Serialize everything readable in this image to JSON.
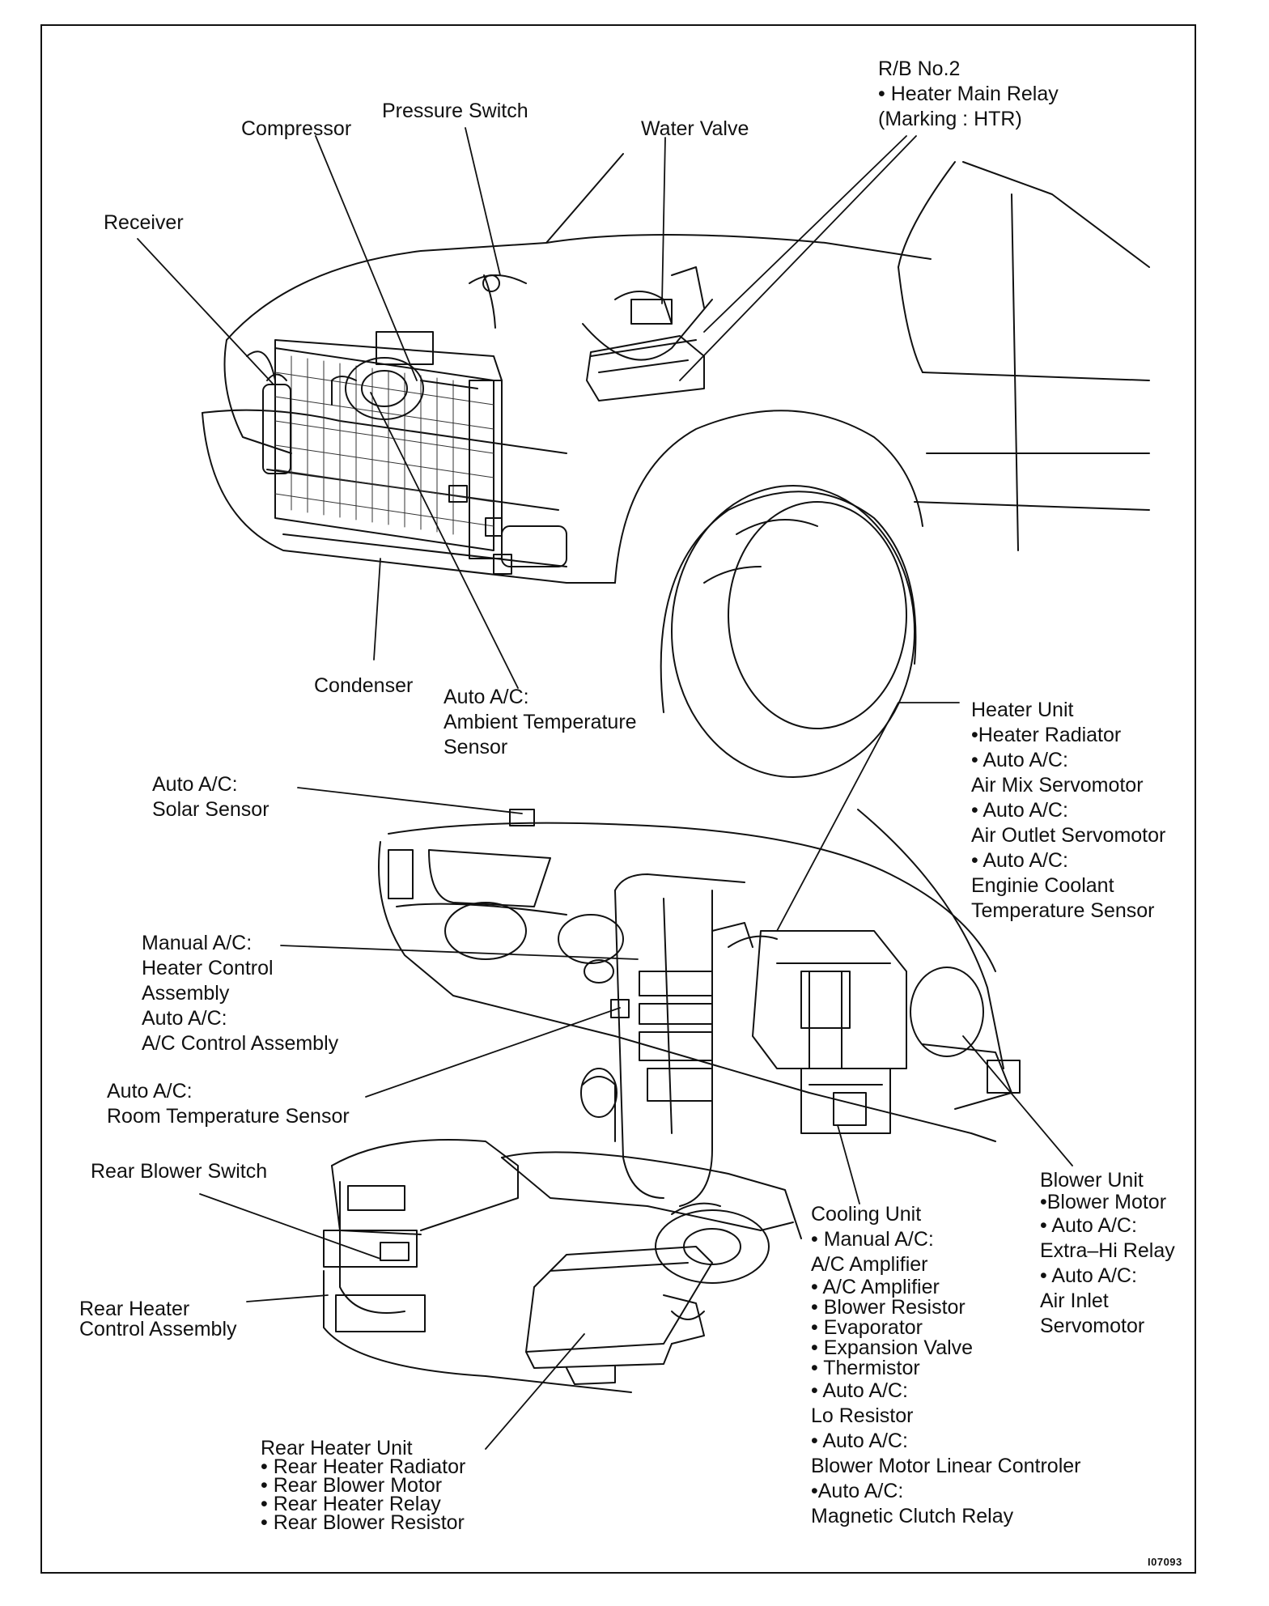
{
  "figure_code": "I07093",
  "labels": {
    "rb_no2": [
      "R/B No.2",
      "• Heater Main Relay",
      "(Marking : HTR)"
    ],
    "pressure_switch": [
      "Pressure Switch"
    ],
    "compressor": [
      "Compressor"
    ],
    "water_valve": [
      "Water Valve"
    ],
    "receiver": [
      "Receiver"
    ],
    "condenser": [
      "Condenser"
    ],
    "ambient_sensor": [
      "Auto A/C:",
      "Ambient Temperature",
      "Sensor"
    ],
    "heater_unit": [
      "Heater Unit",
      "•Heater Radiator",
      "• Auto A/C:",
      "Air Mix Servomotor",
      "• Auto A/C:",
      "Air Outlet Servomotor",
      "• Auto A/C:",
      "Enginie Coolant",
      "Temperature Sensor"
    ],
    "solar_sensor": [
      "Auto A/C:",
      "Solar Sensor"
    ],
    "control_assembly": [
      "Manual A/C:",
      "Heater Control",
      "Assembly",
      "Auto A/C:",
      "A/C Control Assembly"
    ],
    "room_sensor": [
      "Auto A/C:",
      "Room Temperature Sensor"
    ],
    "rear_blower_switch": [
      "Rear Blower Switch"
    ],
    "rear_heater_control": [
      "Rear Heater",
      "Control Assembly"
    ],
    "blower_unit": [
      "Blower Unit",
      "•Blower Motor",
      "• Auto A/C:",
      "Extra–Hi Relay",
      "• Auto A/C:",
      "Air Inlet",
      "Servomotor"
    ],
    "cooling_unit": [
      "Cooling Unit",
      "• Manual A/C:",
      "A/C Amplifier",
      "• A/C Amplifier",
      "• Blower Resistor",
      "• Evaporator",
      "• Expansion Valve",
      "• Thermistor",
      "• Auto A/C:",
      "Lo Resistor",
      "• Auto A/C:",
      "Blower Motor Linear Controler",
      "•Auto A/C:",
      "Magnetic Clutch Relay"
    ],
    "rear_heater_unit": [
      "Rear Heater Unit",
      "• Rear Heater Radiator",
      "• Rear Blower Motor",
      "• Rear Heater Relay",
      "• Rear Blower Resistor"
    ]
  }
}
